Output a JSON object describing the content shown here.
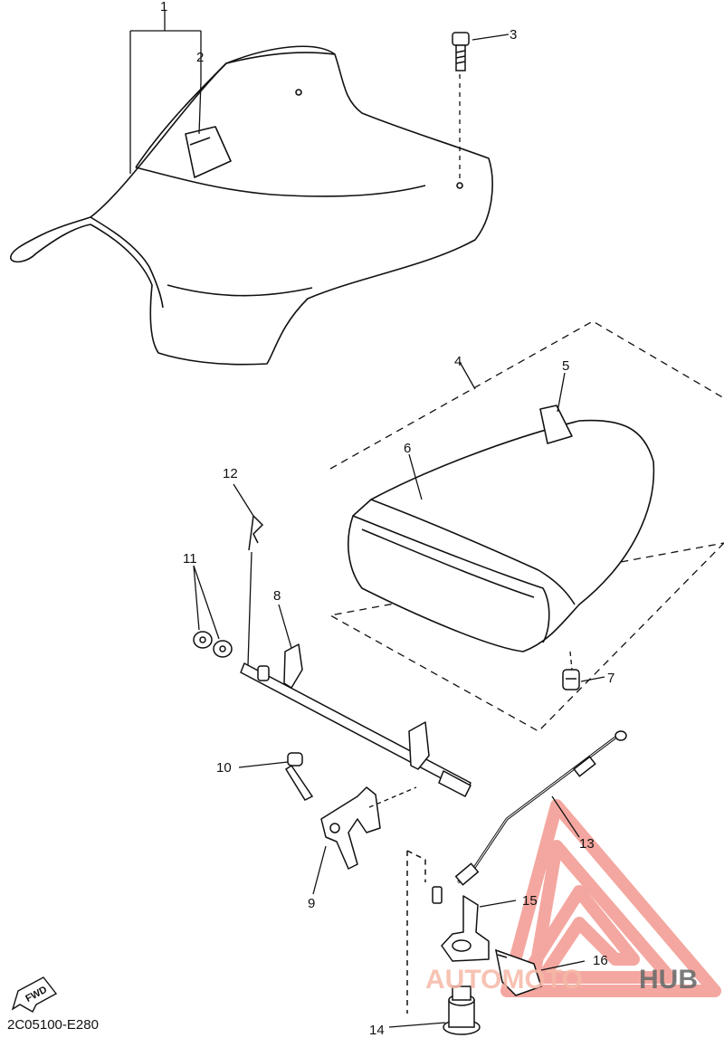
{
  "diagram": {
    "code": "2C05100-E280",
    "fwd_label": "FWD",
    "parts": [
      {
        "id": "p1",
        "num": "1"
      },
      {
        "id": "p2",
        "num": "2"
      },
      {
        "id": "p3",
        "num": "3"
      },
      {
        "id": "p4",
        "num": "4"
      },
      {
        "id": "p5",
        "num": "5"
      },
      {
        "id": "p6",
        "num": "6"
      },
      {
        "id": "p7",
        "num": "7"
      },
      {
        "id": "p8",
        "num": "8"
      },
      {
        "id": "p9",
        "num": "9"
      },
      {
        "id": "p10",
        "num": "10"
      },
      {
        "id": "p11",
        "num": "11"
      },
      {
        "id": "p12",
        "num": "12"
      },
      {
        "id": "p13",
        "num": "13"
      },
      {
        "id": "p14",
        "num": "14"
      },
      {
        "id": "p15",
        "num": "15"
      },
      {
        "id": "p16",
        "num": "16"
      }
    ]
  },
  "watermark": {
    "text_a": "AUTOMOTO",
    "text_b": "HUB",
    "color_a": "#f6b8a6",
    "color_b": "#6d6d6d",
    "logo_color": "#f08a80"
  }
}
